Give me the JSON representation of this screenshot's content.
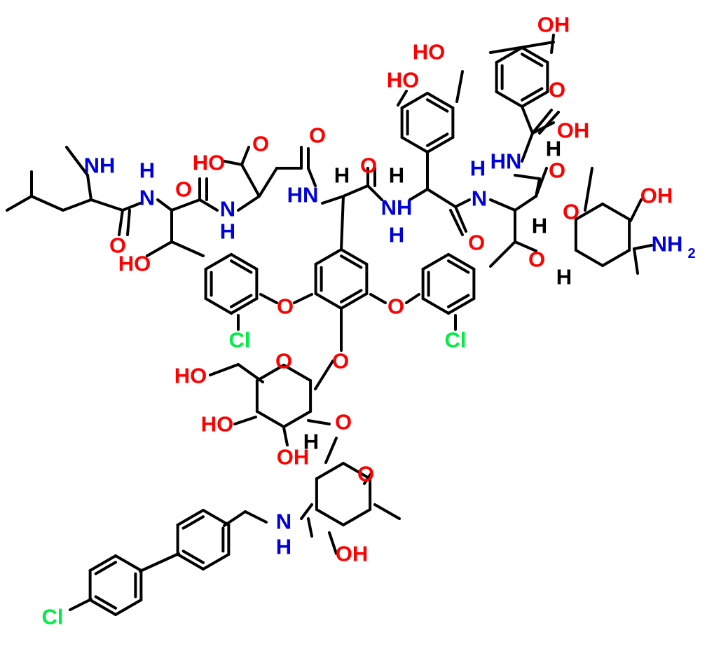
{
  "colors": {
    "oxygen": "#ff0000",
    "nitrogen": "#0000dd",
    "chlorine": "#00ee44",
    "hydrogen": "#000000",
    "bond": "#000000"
  },
  "labels": [
    {
      "text": "OH",
      "element": "oxygen"
    },
    {
      "text": "HO",
      "element": "oxygen"
    },
    {
      "text": "HO",
      "element": "oxygen"
    },
    {
      "text": "O",
      "element": "oxygen"
    },
    {
      "text": "OH",
      "element": "oxygen"
    },
    {
      "text": "H",
      "element": "hydrogen"
    },
    {
      "text": "HN",
      "element": "nitrogen"
    },
    {
      "text": "O",
      "element": "oxygen"
    },
    {
      "text": "OH",
      "element": "oxygen"
    },
    {
      "text": "O",
      "element": "oxygen"
    },
    {
      "text": "NH",
      "element": "nitrogen"
    },
    {
      "text": "2",
      "element": "nitrogen"
    },
    {
      "text": "H",
      "element": "hydrogen"
    },
    {
      "text": "O",
      "element": "oxygen"
    },
    {
      "text": "H",
      "element": "hydrogen"
    },
    {
      "text": "H",
      "element": "nitrogen"
    },
    {
      "text": "N",
      "element": "nitrogen"
    },
    {
      "text": "O",
      "element": "oxygen"
    },
    {
      "text": "O",
      "element": "oxygen"
    },
    {
      "text": "H",
      "element": "hydrogen"
    },
    {
      "text": "NH",
      "element": "nitrogen"
    },
    {
      "text": "H",
      "element": "nitrogen"
    },
    {
      "text": "O",
      "element": "oxygen"
    },
    {
      "text": "HN",
      "element": "nitrogen"
    },
    {
      "text": "H",
      "element": "hydrogen"
    },
    {
      "text": "O",
      "element": "oxygen"
    },
    {
      "text": "HO",
      "element": "oxygen"
    },
    {
      "text": "O",
      "element": "oxygen"
    },
    {
      "text": "N",
      "element": "nitrogen"
    },
    {
      "text": "H",
      "element": "nitrogen"
    },
    {
      "text": "NH",
      "element": "nitrogen"
    },
    {
      "text": "H",
      "element": "nitrogen"
    },
    {
      "text": "N",
      "element": "nitrogen"
    },
    {
      "text": "O",
      "element": "oxygen"
    },
    {
      "text": "HO",
      "element": "oxygen"
    },
    {
      "text": "O",
      "element": "oxygen"
    },
    {
      "text": "O",
      "element": "oxygen"
    },
    {
      "text": "Cl",
      "element": "chlorine"
    },
    {
      "text": "Cl",
      "element": "chlorine"
    },
    {
      "text": "O",
      "element": "oxygen"
    },
    {
      "text": "O",
      "element": "oxygen"
    },
    {
      "text": "HO",
      "element": "oxygen"
    },
    {
      "text": "HO",
      "element": "oxygen"
    },
    {
      "text": "OH",
      "element": "oxygen"
    },
    {
      "text": "O",
      "element": "oxygen"
    },
    {
      "text": "H",
      "element": "hydrogen"
    },
    {
      "text": "O",
      "element": "oxygen"
    },
    {
      "text": "N",
      "element": "nitrogen"
    },
    {
      "text": "H",
      "element": "nitrogen"
    },
    {
      "text": "OH",
      "element": "oxygen"
    },
    {
      "text": "Cl",
      "element": "chlorine"
    }
  ]
}
